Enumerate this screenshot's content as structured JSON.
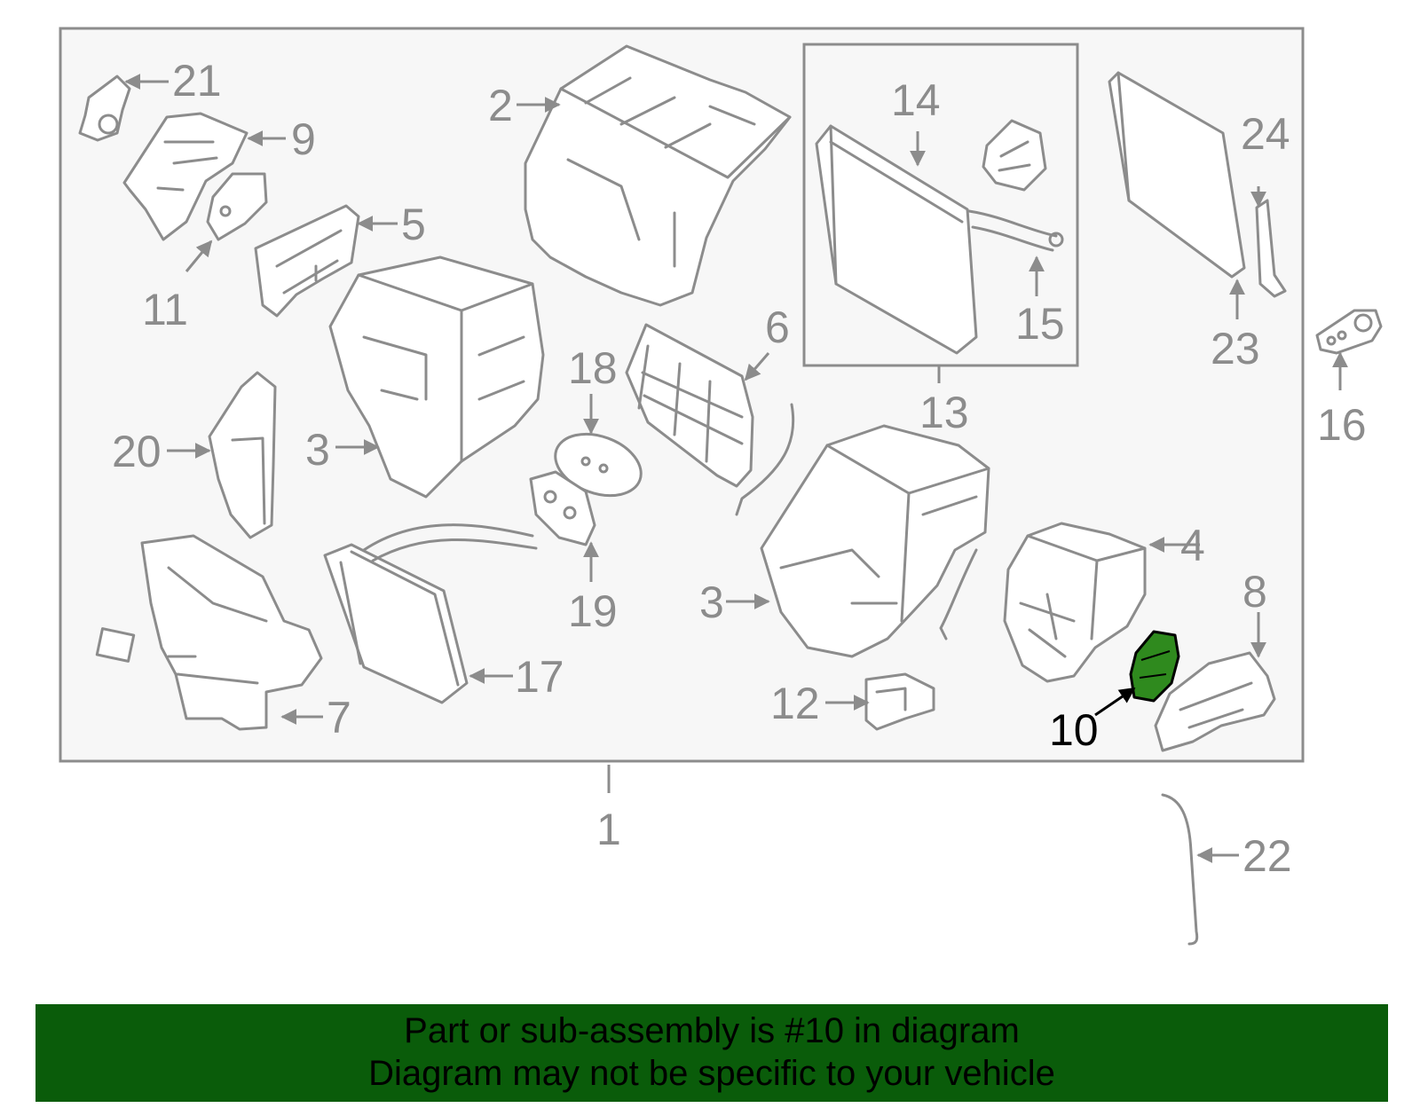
{
  "callouts": [
    "1",
    "2",
    "3",
    "3",
    "4",
    "5",
    "6",
    "7",
    "8",
    "9",
    "10",
    "11",
    "12",
    "13",
    "14",
    "15",
    "16",
    "17",
    "18",
    "19",
    "20",
    "21",
    "22",
    "23",
    "24"
  ],
  "highlighted_part": "10",
  "colors": {
    "line_art": "#8c8c8c",
    "frame_bg": "#f7f7f7",
    "highlight": "#2f8a1e",
    "banner_bg": "#0a5c0a",
    "banner_text": "#000000"
  },
  "banner": {
    "line1": "Part or sub-assembly is #10 in diagram",
    "line2": "Diagram may not be specific to your vehicle"
  }
}
